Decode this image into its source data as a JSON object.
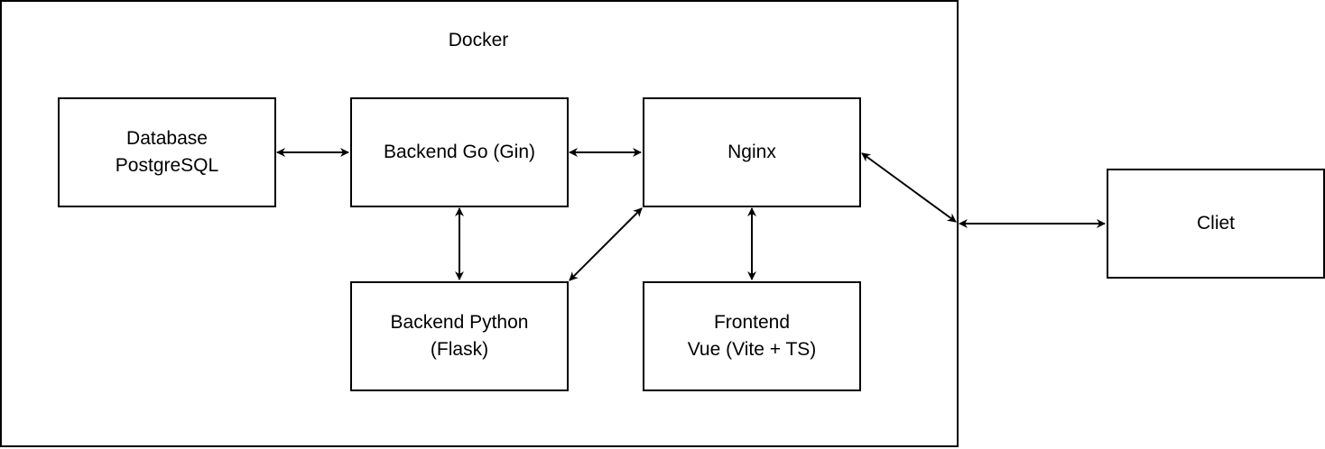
{
  "docker_container": {
    "title": "Docker"
  },
  "nodes": {
    "database": {
      "line1": "Database",
      "line2": "PostgreSQL"
    },
    "backend_go": {
      "line1": "Backend Go (Gin)"
    },
    "nginx": {
      "line1": "Nginx"
    },
    "backend_python": {
      "line1": "Backend Python",
      "line2": "(Flask)"
    },
    "frontend": {
      "line1": "Frontend",
      "line2": "Vue (Vite + TS)"
    },
    "client": {
      "line1": "Cliet"
    }
  },
  "connections": [
    {
      "from": "database",
      "to": "backend_go",
      "arrows": "both"
    },
    {
      "from": "backend_go",
      "to": "nginx",
      "arrows": "both"
    },
    {
      "from": "backend_go",
      "to": "backend_python",
      "arrows": "both"
    },
    {
      "from": "backend_python",
      "to": "nginx",
      "arrows": "both"
    },
    {
      "from": "nginx",
      "to": "frontend",
      "arrows": "both"
    },
    {
      "from": "nginx",
      "to": "docker_container",
      "arrows": "both"
    },
    {
      "from": "docker_container",
      "to": "client",
      "arrows": "both"
    }
  ],
  "colors": {
    "stroke": "#000000",
    "fill": "#ffffff",
    "text": "#000000"
  }
}
